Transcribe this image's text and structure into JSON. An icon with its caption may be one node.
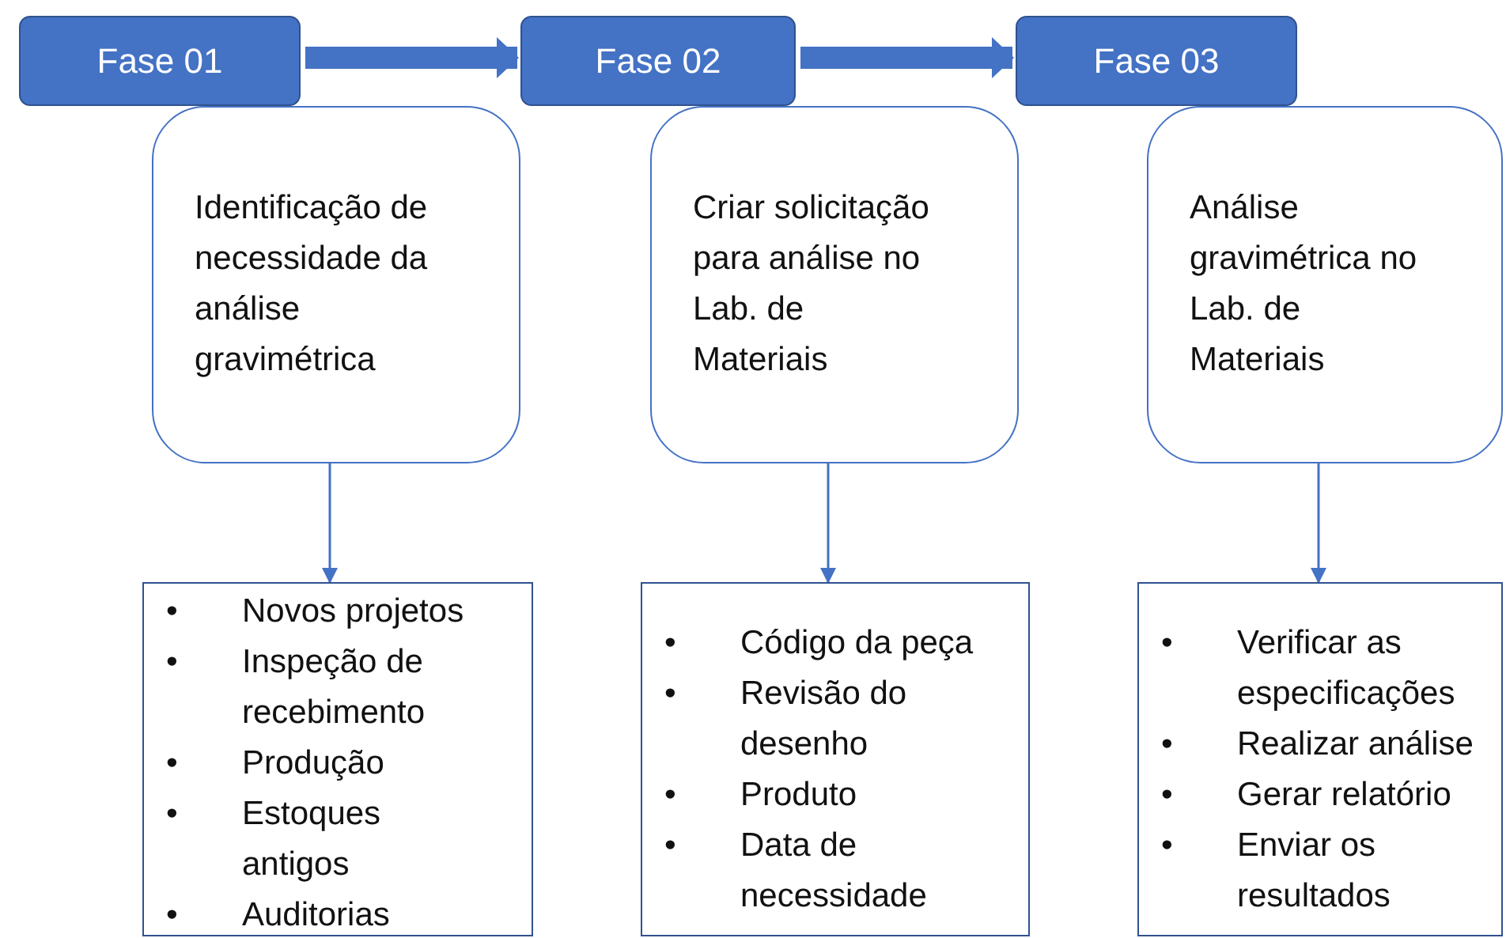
{
  "diagram": {
    "nodes": [
      {
        "text": [
          "Fase 01"
        ]
      },
      {
        "text": [
          "Identificação de necessidade da análise gravimétrica"
        ]
      },
      {
        "text": [
          "Novos projetos",
          "Inspeção de recebimento",
          "Produção",
          "Estoques antigos",
          "Auditorias"
        ]
      },
      {
        "text": [
          "Fase 02"
        ]
      },
      {
        "text": [
          "Criar solicitação para análise no Lab. de Materiais"
        ]
      },
      {
        "text": [
          "Código da peça",
          "Revisão do desenho",
          "Produto",
          "Data de necessidade"
        ]
      },
      {
        "text": [
          "Fase 03"
        ]
      },
      {
        "text": [
          "Análise gravimétrica no Lab. de Materiais"
        ]
      },
      {
        "text": [
          "Verificar as especificações",
          "Realizar análise",
          "Gerar relatório",
          "Enviar os resultados"
        ]
      }
    ],
    "edges": [
      {
        "from": 0,
        "to": 3,
        "arrow": "to",
        "style": "thick"
      },
      {
        "from": 3,
        "to": 6,
        "arrow": "to",
        "style": "thick"
      },
      {
        "from": 1,
        "to": 2,
        "arrow": "to"
      },
      {
        "from": 4,
        "to": 5,
        "arrow": "to"
      },
      {
        "from": 7,
        "to": 8,
        "arrow": "to"
      }
    ],
    "labels": [
      "•",
      "•",
      "•",
      "•",
      "•",
      "•",
      "•",
      "•",
      "•",
      "•",
      "•",
      "•",
      "•"
    ]
  }
}
